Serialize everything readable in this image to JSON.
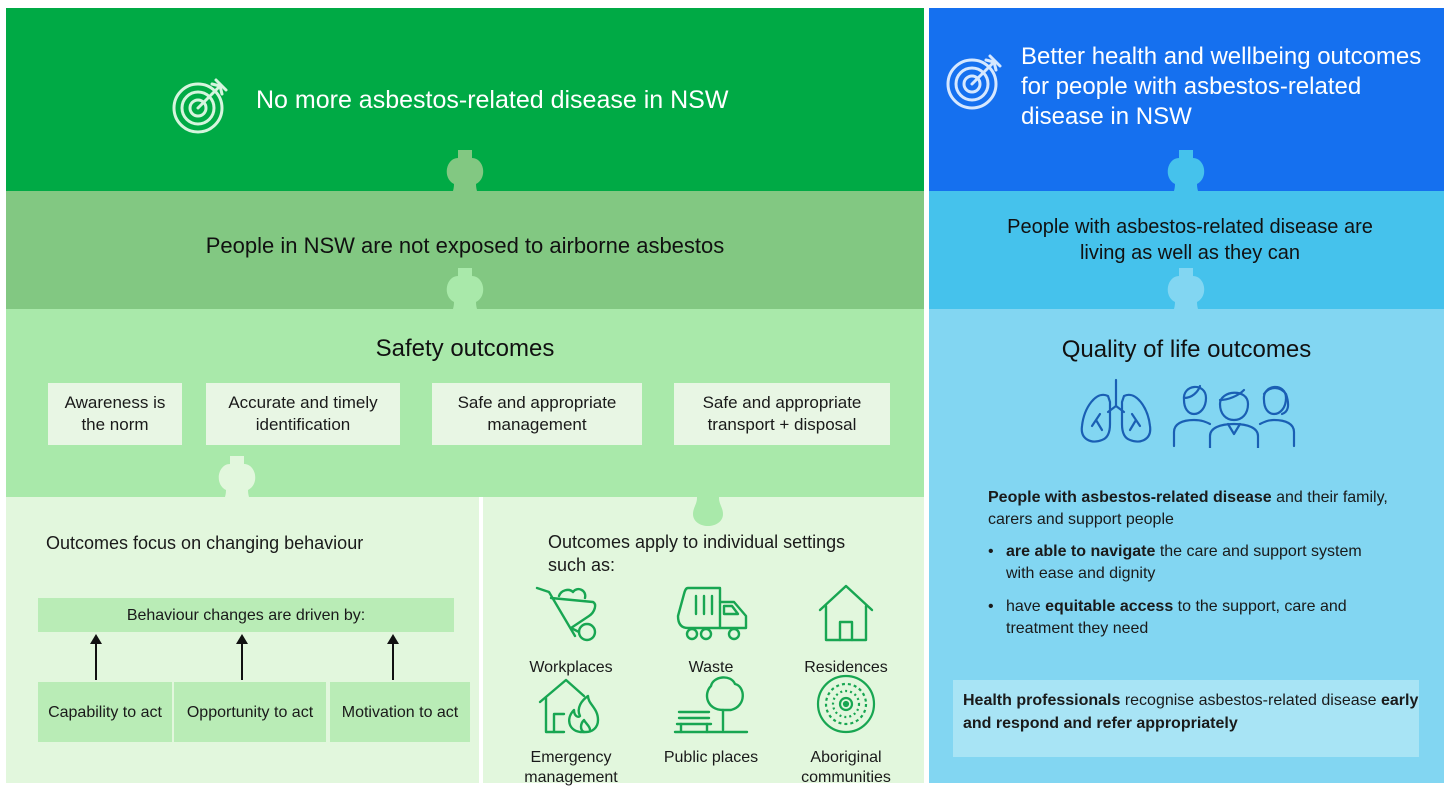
{
  "left": {
    "goal": "No more asbestos-related disease in NSW",
    "aim": "People in NSW are not exposed to airborne asbestos",
    "safety_title": "Safety outcomes",
    "safety_items": [
      "Awareness is the norm",
      "Accurate and timely identification",
      "Safe and appropriate management",
      "Safe and appropriate transport + disposal"
    ],
    "behaviour": {
      "heading": "Outcomes focus on changing behaviour",
      "driver_label": "Behaviour changes are driven by:",
      "drivers": [
        "Capability to act",
        "Opportunity to act",
        "Motivation to act"
      ]
    },
    "settings": {
      "heading": "Outcomes apply to individual settings such as:",
      "items": [
        {
          "label": "Workplaces",
          "icon": "wheelbarrow-icon"
        },
        {
          "label": "Waste",
          "icon": "garbage-truck-icon"
        },
        {
          "label": "Residences",
          "icon": "house-icon"
        },
        {
          "label": "Emergency management",
          "icon": "house-fire-icon"
        },
        {
          "label": "Public places",
          "icon": "park-bench-tree-icon"
        },
        {
          "label": "Aboriginal communities",
          "icon": "aboriginal-dot-art-icon"
        }
      ]
    }
  },
  "right": {
    "goal": "Better health and wellbeing outcomes for people with asbestos-related disease in NSW",
    "aim": "People with asbestos-related disease are living as well as they can",
    "quality_title": "Quality of life outcomes",
    "icons": [
      "lungs-icon",
      "people-group-icon"
    ],
    "intro_bold": "People with asbestos-related disease",
    "intro_rest": " and their family, carers and support people",
    "bullets": [
      {
        "bold": "are able to navigate",
        "rest": " the care and support system with ease and dignity"
      },
      {
        "pre": "have ",
        "bold": "equitable access",
        "rest": " to the support, care and treatment they need"
      }
    ],
    "professionals_bold": "Health professionals",
    "professionals_mid": " recognise asbestos-related disease ",
    "professionals_tail": "early and respond and refer appropriately"
  },
  "colors": {
    "green_dark": "#00aa45",
    "green_mid": "#82c882",
    "green_light": "#a9e9aa",
    "green_pale": "#e2f7dd",
    "blue_dark": "#1570ef",
    "blue_mid": "#45c2ec",
    "blue_light": "#82d6f2",
    "blue_box": "#a8e4f5"
  }
}
